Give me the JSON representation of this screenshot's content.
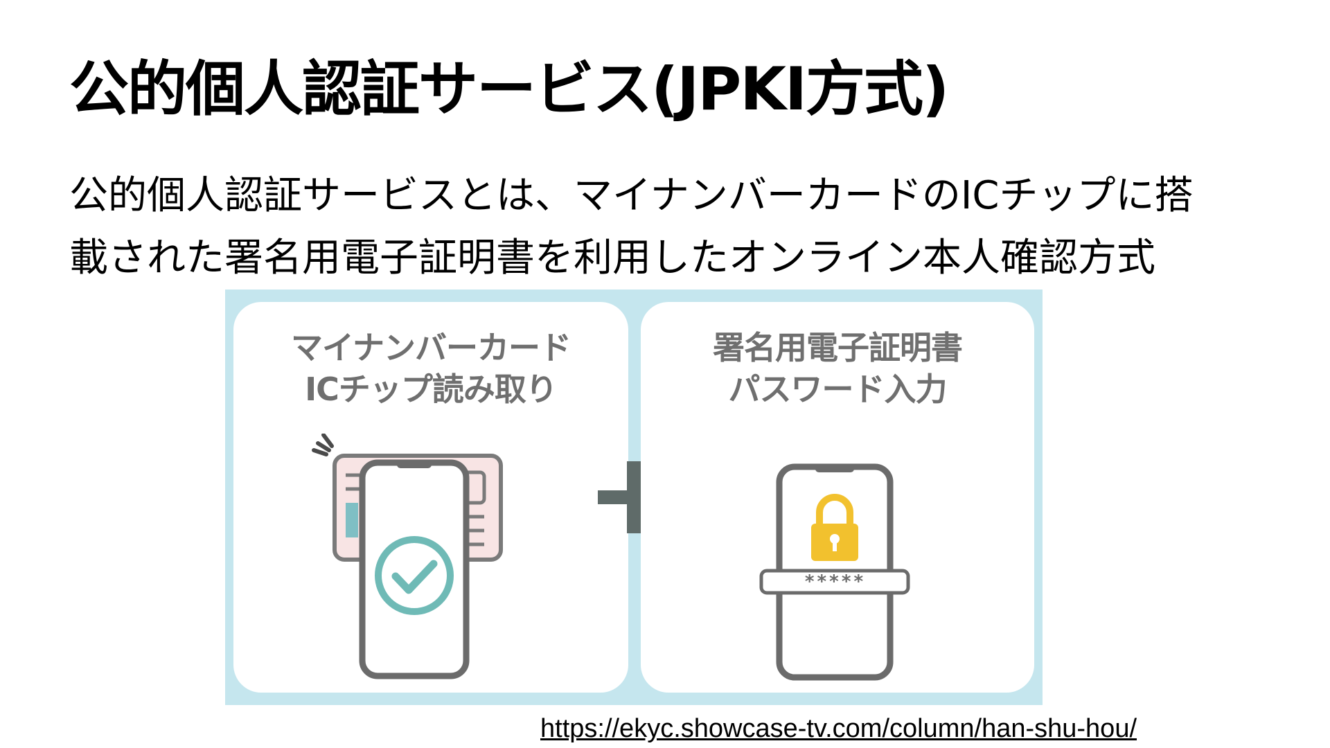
{
  "slide": {
    "title": "公的個人認証サービス(JPKI方式)",
    "description_lines": [
      "公的個人認証サービスとは、マイナンバーカードのICチップに搭",
      "載された署名用電子証明書を利用したオンライン本人確認方式"
    ]
  },
  "figure": {
    "left_panel": {
      "heading_lines": [
        "マイナンバーカード",
        "ICチップ読み取り"
      ],
      "icon": "phone-reading-card-check-icon"
    },
    "right_panel": {
      "heading_lines": [
        "署名用電子証明書",
        "パスワード入力"
      ],
      "icon": "phone-padlock-password-icon",
      "password_mask": "*****"
    },
    "connector_icon": "plus-icon"
  },
  "source_url": "https://ekyc.showcase-tv.com/column/han-shu-hou/",
  "colors": {
    "figure_background": "#c5e6ee",
    "panel_background": "#ffffff",
    "heading_text": "#6f6f6f",
    "phone_outline": "#6b6b6b",
    "check_circle": "#6fbab6",
    "card_fill": "#f8e4e4",
    "card_outline": "#7a7a7a",
    "padlock": "#f2c12e",
    "plus": "#5f6b69"
  }
}
